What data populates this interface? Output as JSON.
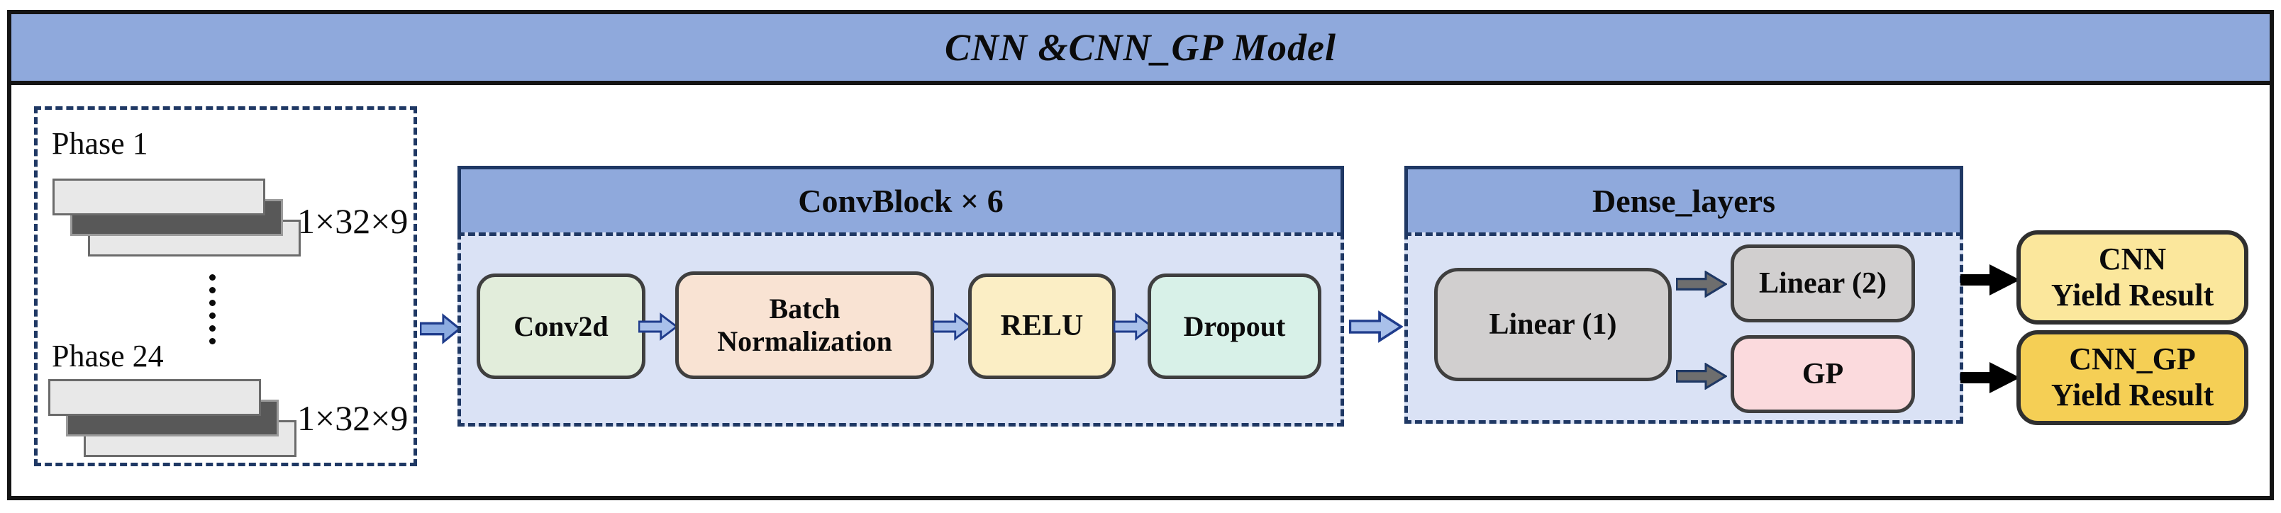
{
  "title": "CNN &CNN_GP Model",
  "input_panel": {
    "phases": [
      {
        "label": "Phase 1",
        "shape": "1×32×9"
      },
      {
        "label": "Phase 24",
        "shape": "1×32×9"
      }
    ]
  },
  "conv_block": {
    "header": "ConvBlock × 6",
    "layers": [
      {
        "label": "Conv2d"
      },
      {
        "label": "Batch Normalization"
      },
      {
        "label": "RELU"
      },
      {
        "label": "Dropout"
      }
    ]
  },
  "dense_block": {
    "header": "Dense_layers",
    "linear1": "Linear (1)",
    "branches": [
      {
        "label": "Linear (2)"
      },
      {
        "label": "GP"
      }
    ]
  },
  "outputs": [
    {
      "line1": "CNN",
      "line2": "Yield Result"
    },
    {
      "line1": "CNN_GP",
      "line2": "Yield Result"
    }
  ],
  "colors": {
    "header_blue": "#8FA9DC",
    "panel_body_blue": "#DAE2F5",
    "navy_border": "#1F3864",
    "conv2d_green": "#E2EDDB",
    "batch_peach": "#F9E3D3",
    "relu_cream": "#FBEEC5",
    "dropout_mint": "#D8F1E8",
    "linear_gray": "#D1CFCF",
    "gp_pink": "#FBDADD",
    "cnn_result_yellow": "#FBE79C",
    "cnn_gp_result_gold": "#F5CF55",
    "blue_arrow_fill": "#A9C0EA",
    "input_arrow_fill": "#8CABE0",
    "gray_arrow_fill": "#6E6E6E",
    "black_arrow": "#000000"
  }
}
